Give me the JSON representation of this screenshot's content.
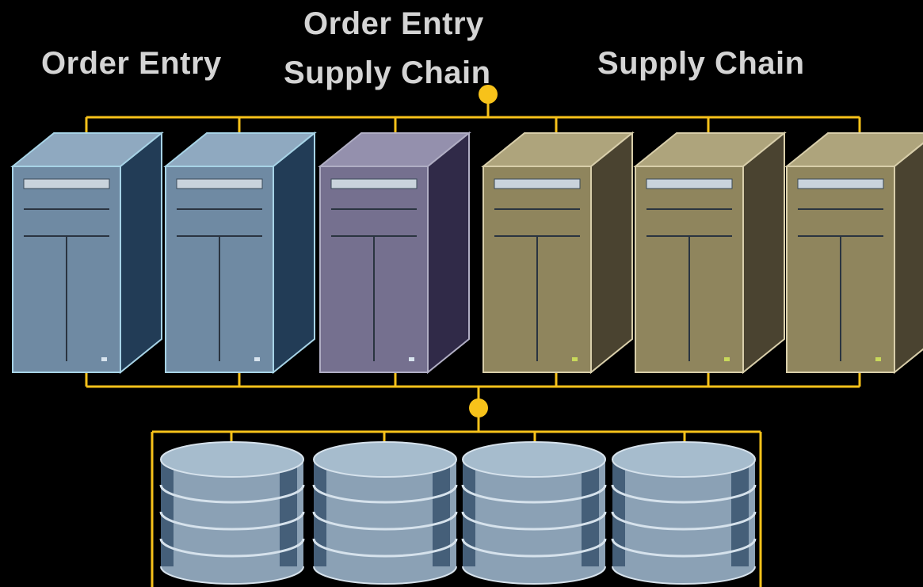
{
  "labels": {
    "left": "Order Entry",
    "middle_line1": "Order Entry",
    "middle_line2": "Supply Chain",
    "right": "Supply Chain"
  },
  "servers": [
    {
      "group": "left",
      "name": "server-1"
    },
    {
      "group": "left",
      "name": "server-2"
    },
    {
      "group": "middle",
      "name": "server-3"
    },
    {
      "group": "right",
      "name": "server-4"
    },
    {
      "group": "right",
      "name": "server-5"
    },
    {
      "group": "right",
      "name": "server-6"
    }
  ],
  "storage": [
    {
      "name": "storage-disk-1"
    },
    {
      "name": "storage-disk-2"
    },
    {
      "name": "storage-disk-3"
    },
    {
      "name": "storage-disk-4"
    }
  ],
  "colors": {
    "background": "#000000",
    "label": "#d4d4d4",
    "connector": "#f7c21a",
    "left_front": "#6f8aa3",
    "left_side": "#223c56",
    "left_top": "#8fa9c0",
    "left_outline": "#a7d3e6",
    "middle_front": "#75708f",
    "middle_side": "#302a48",
    "middle_top": "#9490ad",
    "middle_outline": "#b0aec4",
    "right_front": "#8f855d",
    "right_side": "#4a4330",
    "right_top": "#aea47c",
    "right_outline": "#d8ceaa",
    "disk_body": "#8ba1b5",
    "disk_top": "#a6bccd",
    "disk_dark": "#2e4a66"
  }
}
